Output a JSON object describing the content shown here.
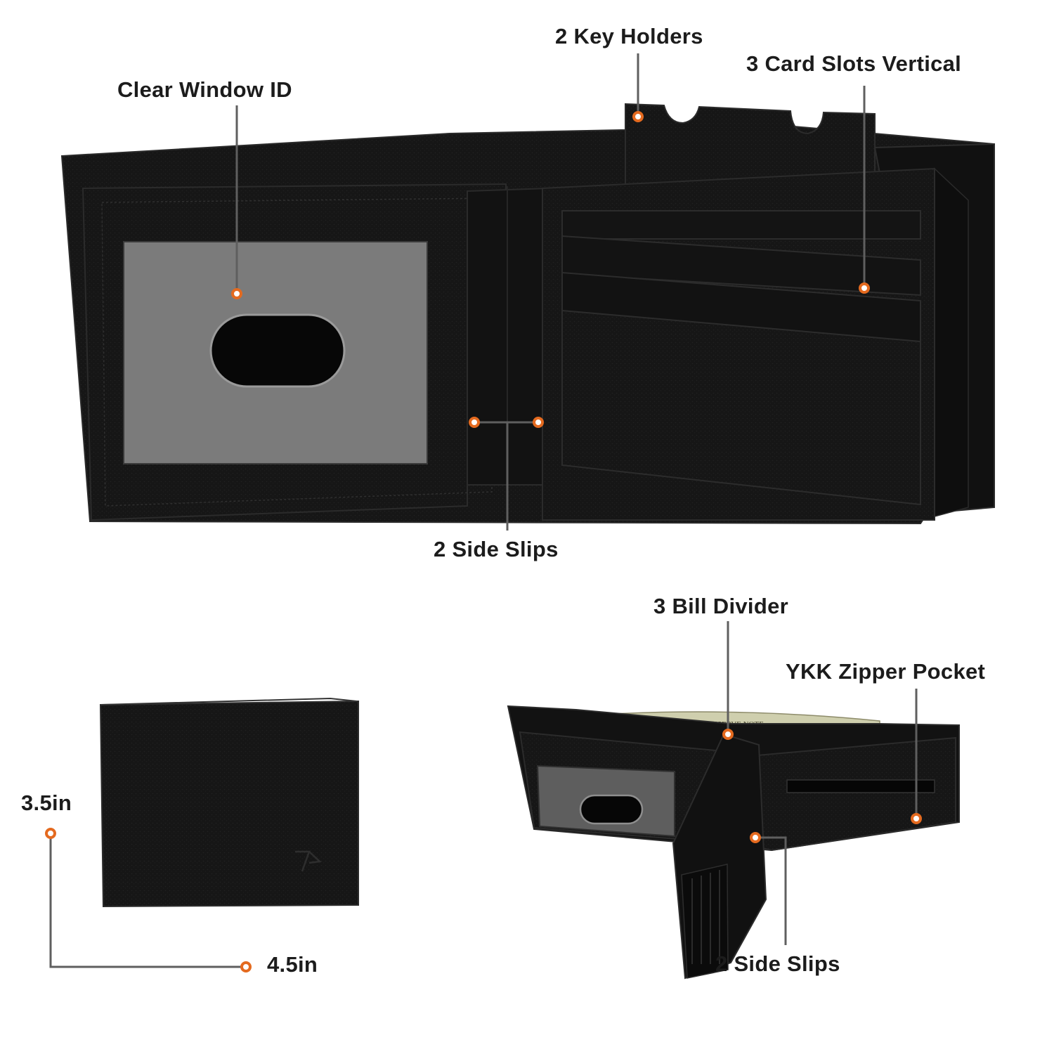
{
  "labels": {
    "key_holders": "2 Key Holders",
    "card_slots": "3 Card Slots Vertical",
    "clear_window": "Clear Window ID",
    "side_slips_top": "2 Side Slips",
    "bill_divider": "3 Bill Divider",
    "zipper_pocket": "YKK Zipper Pocket",
    "side_slips_bottom": "2 Side Slips",
    "height": "3.5in",
    "width": "4.5in"
  },
  "banknote_text": "FEDERAL RESERVE NOTE",
  "colors": {
    "leather": "#151515",
    "leather_edge": "#2a2a2a",
    "window": "#7b7b7b",
    "marker": "#e46a1f",
    "leader": "#5f5f5f",
    "text": "#1c1c1c",
    "banknote": "#cfcfae"
  }
}
